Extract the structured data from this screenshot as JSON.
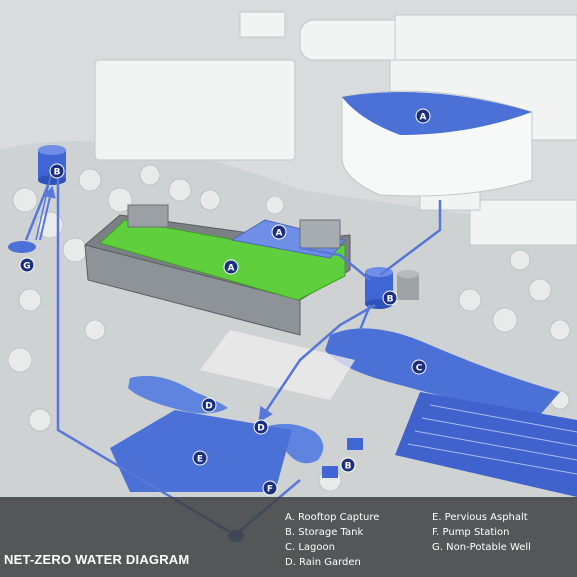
{
  "title": "NET-ZERO WATER DIAGRAM",
  "legend": {
    "left": [
      "A. Rooftop Capture",
      "B. Storage Tank",
      "C. Lagoon",
      "D. Rain Garden"
    ],
    "right": [
      "E. Pervious Asphalt",
      "F. Pump Station",
      "G. Non-Potable Well"
    ]
  },
  "markers": {
    "a_dome": "A",
    "a_upper_roof": "A",
    "a_green_roof": "A",
    "b_left_tank": "B",
    "b_right_tank": "B",
    "b_pump_pads": "B",
    "c_lagoon": "C",
    "d_upper_garden": "D",
    "d_lower_garden": "D",
    "e_asphalt": "E",
    "f_pump": "F",
    "g_well": "G"
  },
  "colors": {
    "water_blue": "#4b70d6",
    "water_blue_light": "#6f8fe6",
    "green_roof": "#5fcf3e",
    "pipe": "#5877d9",
    "marker_fill": "#1b2f82",
    "legend_panel": "#3e4042"
  }
}
